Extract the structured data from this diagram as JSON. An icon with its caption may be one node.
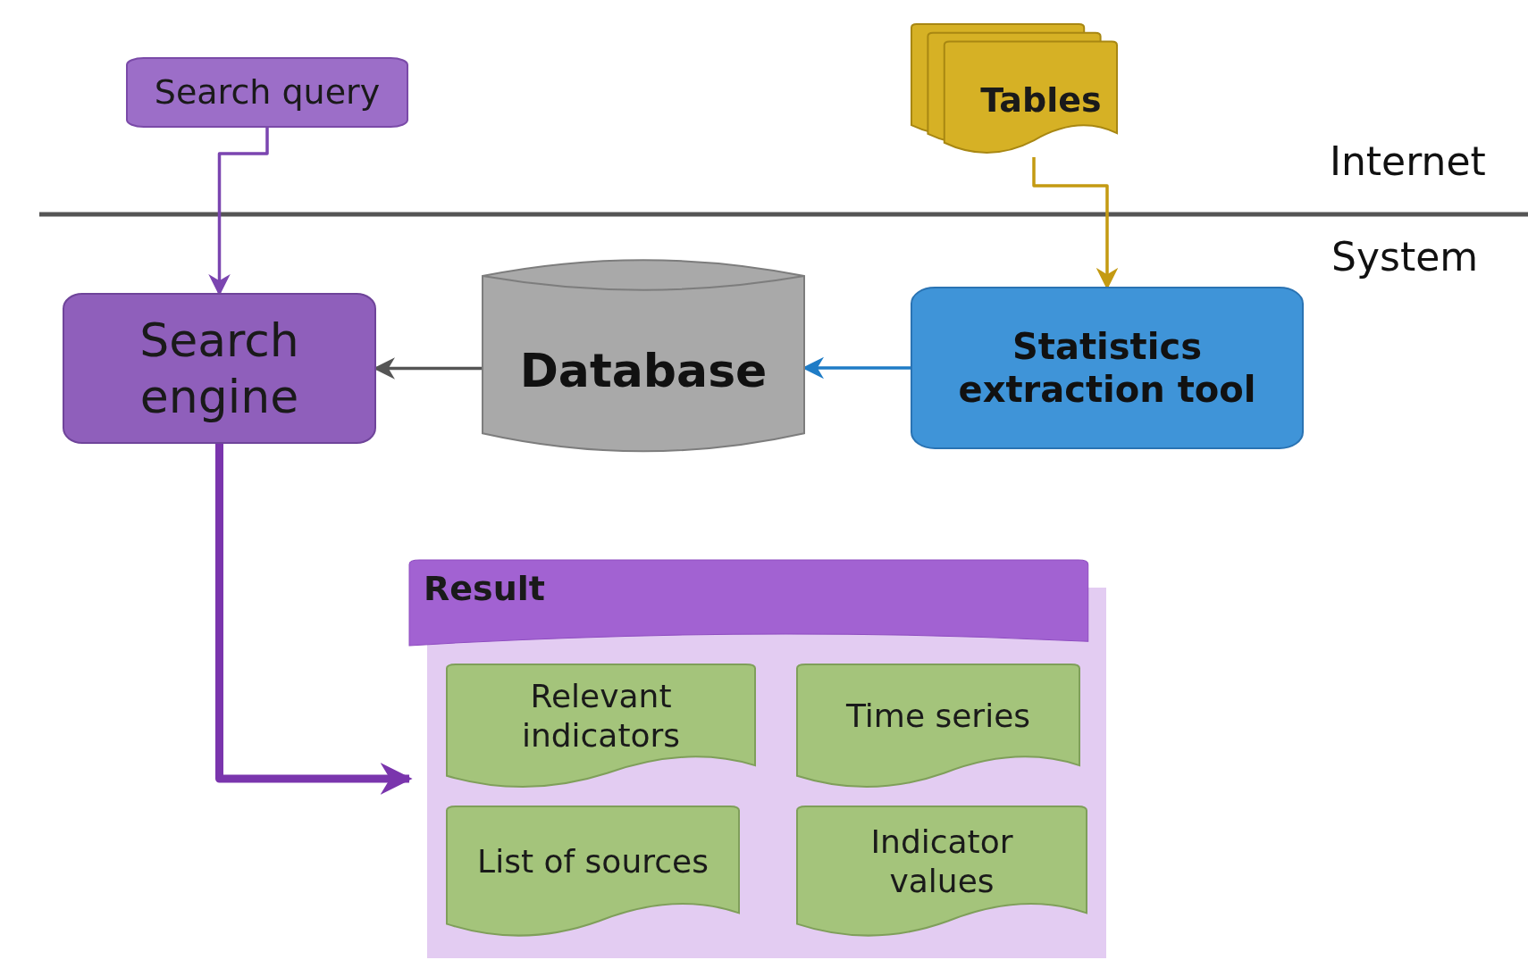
{
  "diagram": {
    "nodes": [
      {
        "text": [
          "Search query"
        ]
      },
      {
        "text": [
          "Tables"
        ]
      },
      {
        "text": [
          "Search engine"
        ]
      },
      {
        "text": [
          "Database"
        ]
      },
      {
        "text": [
          "Statistics extraction tool"
        ]
      },
      {
        "text": [
          "Result"
        ]
      },
      {
        "text": [
          "Relevant indicators"
        ],
        "in": 5
      },
      {
        "text": [
          "Time series"
        ],
        "in": 5
      },
      {
        "text": [
          "List of sources"
        ],
        "in": 5
      },
      {
        "text": [
          "Indicator values"
        ],
        "in": 5
      }
    ],
    "edges": [
      {
        "from": 0,
        "to": 2,
        "arrow": "to",
        "color": "#7b45b0"
      },
      {
        "from": 1,
        "to": 4,
        "arrow": "to",
        "color": "#c49a12"
      },
      {
        "from": 3,
        "to": 2,
        "arrow": "to",
        "color": "#555555"
      },
      {
        "from": 4,
        "to": 3,
        "arrow": "to",
        "color": "#1f7cc6"
      },
      {
        "from": 2,
        "to": 5,
        "arrow": "to",
        "style": "thick",
        "color": "#7a35ad"
      }
    ],
    "labels": [
      "Internet",
      "System"
    ]
  }
}
